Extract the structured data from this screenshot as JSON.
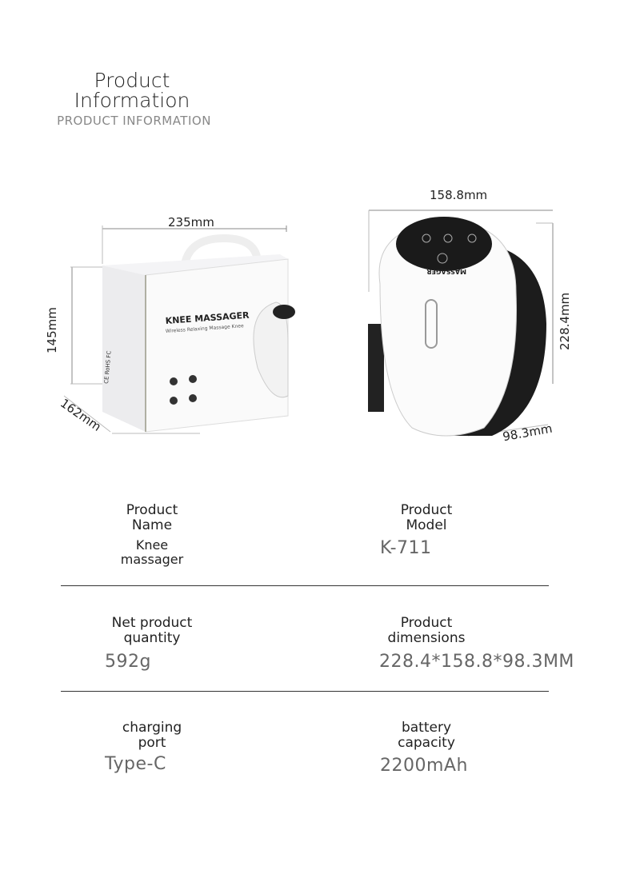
{
  "header": {
    "title_line1": "Product",
    "title_line2": "Information",
    "subtitle": "PRODUCT INFORMATION"
  },
  "box": {
    "width": "235mm",
    "height": "145mm",
    "depth": "162mm",
    "brand": "KNEE MASSAGER",
    "tagline": "Wireless Relaxing Massage Knee"
  },
  "device": {
    "width": "158.8mm",
    "height": "228.4mm",
    "depth": "98.3mm",
    "label": "MASSAGER"
  },
  "specs": [
    {
      "label_1": "Product",
      "label_2": "Name",
      "value": "Knee massager",
      "value_1": "Knee",
      "value_2": "massager"
    },
    {
      "label_1": "Product",
      "label_2": "Model",
      "value": "K-711"
    },
    {
      "label_1": "Net product",
      "label_2": "quantity",
      "value": "592g"
    },
    {
      "label_1": "Product",
      "label_2": "dimensions",
      "value": "228.4*158.8*98.3MM"
    },
    {
      "label_1": "charging",
      "label_2": "port",
      "value": "Type-C"
    },
    {
      "label_1": "battery",
      "label_2": "capacity",
      "value": "2200mAh"
    }
  ]
}
